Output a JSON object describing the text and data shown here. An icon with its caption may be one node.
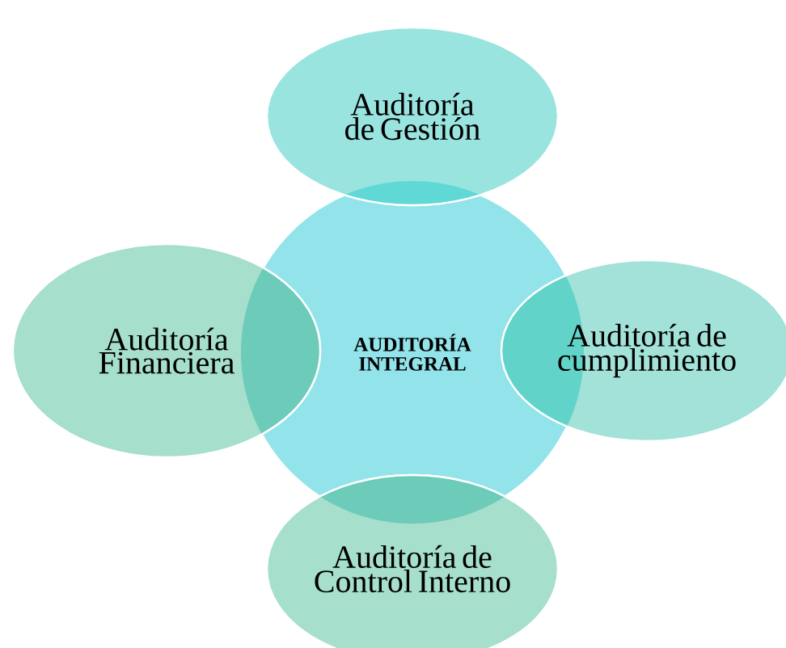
{
  "diagram": {
    "nodes": [
      {
        "text": [
          "Auditoría de Gestión"
        ]
      },
      {
        "text": [
          "Auditoría Financiera"
        ]
      },
      {
        "text": [
          "AUDITORÍA INTEGRAL"
        ]
      },
      {
        "text": [
          "Auditoría de cumplimiento"
        ]
      },
      {
        "text": [
          "Auditoría de Control Interno"
        ]
      }
    ]
  }
}
